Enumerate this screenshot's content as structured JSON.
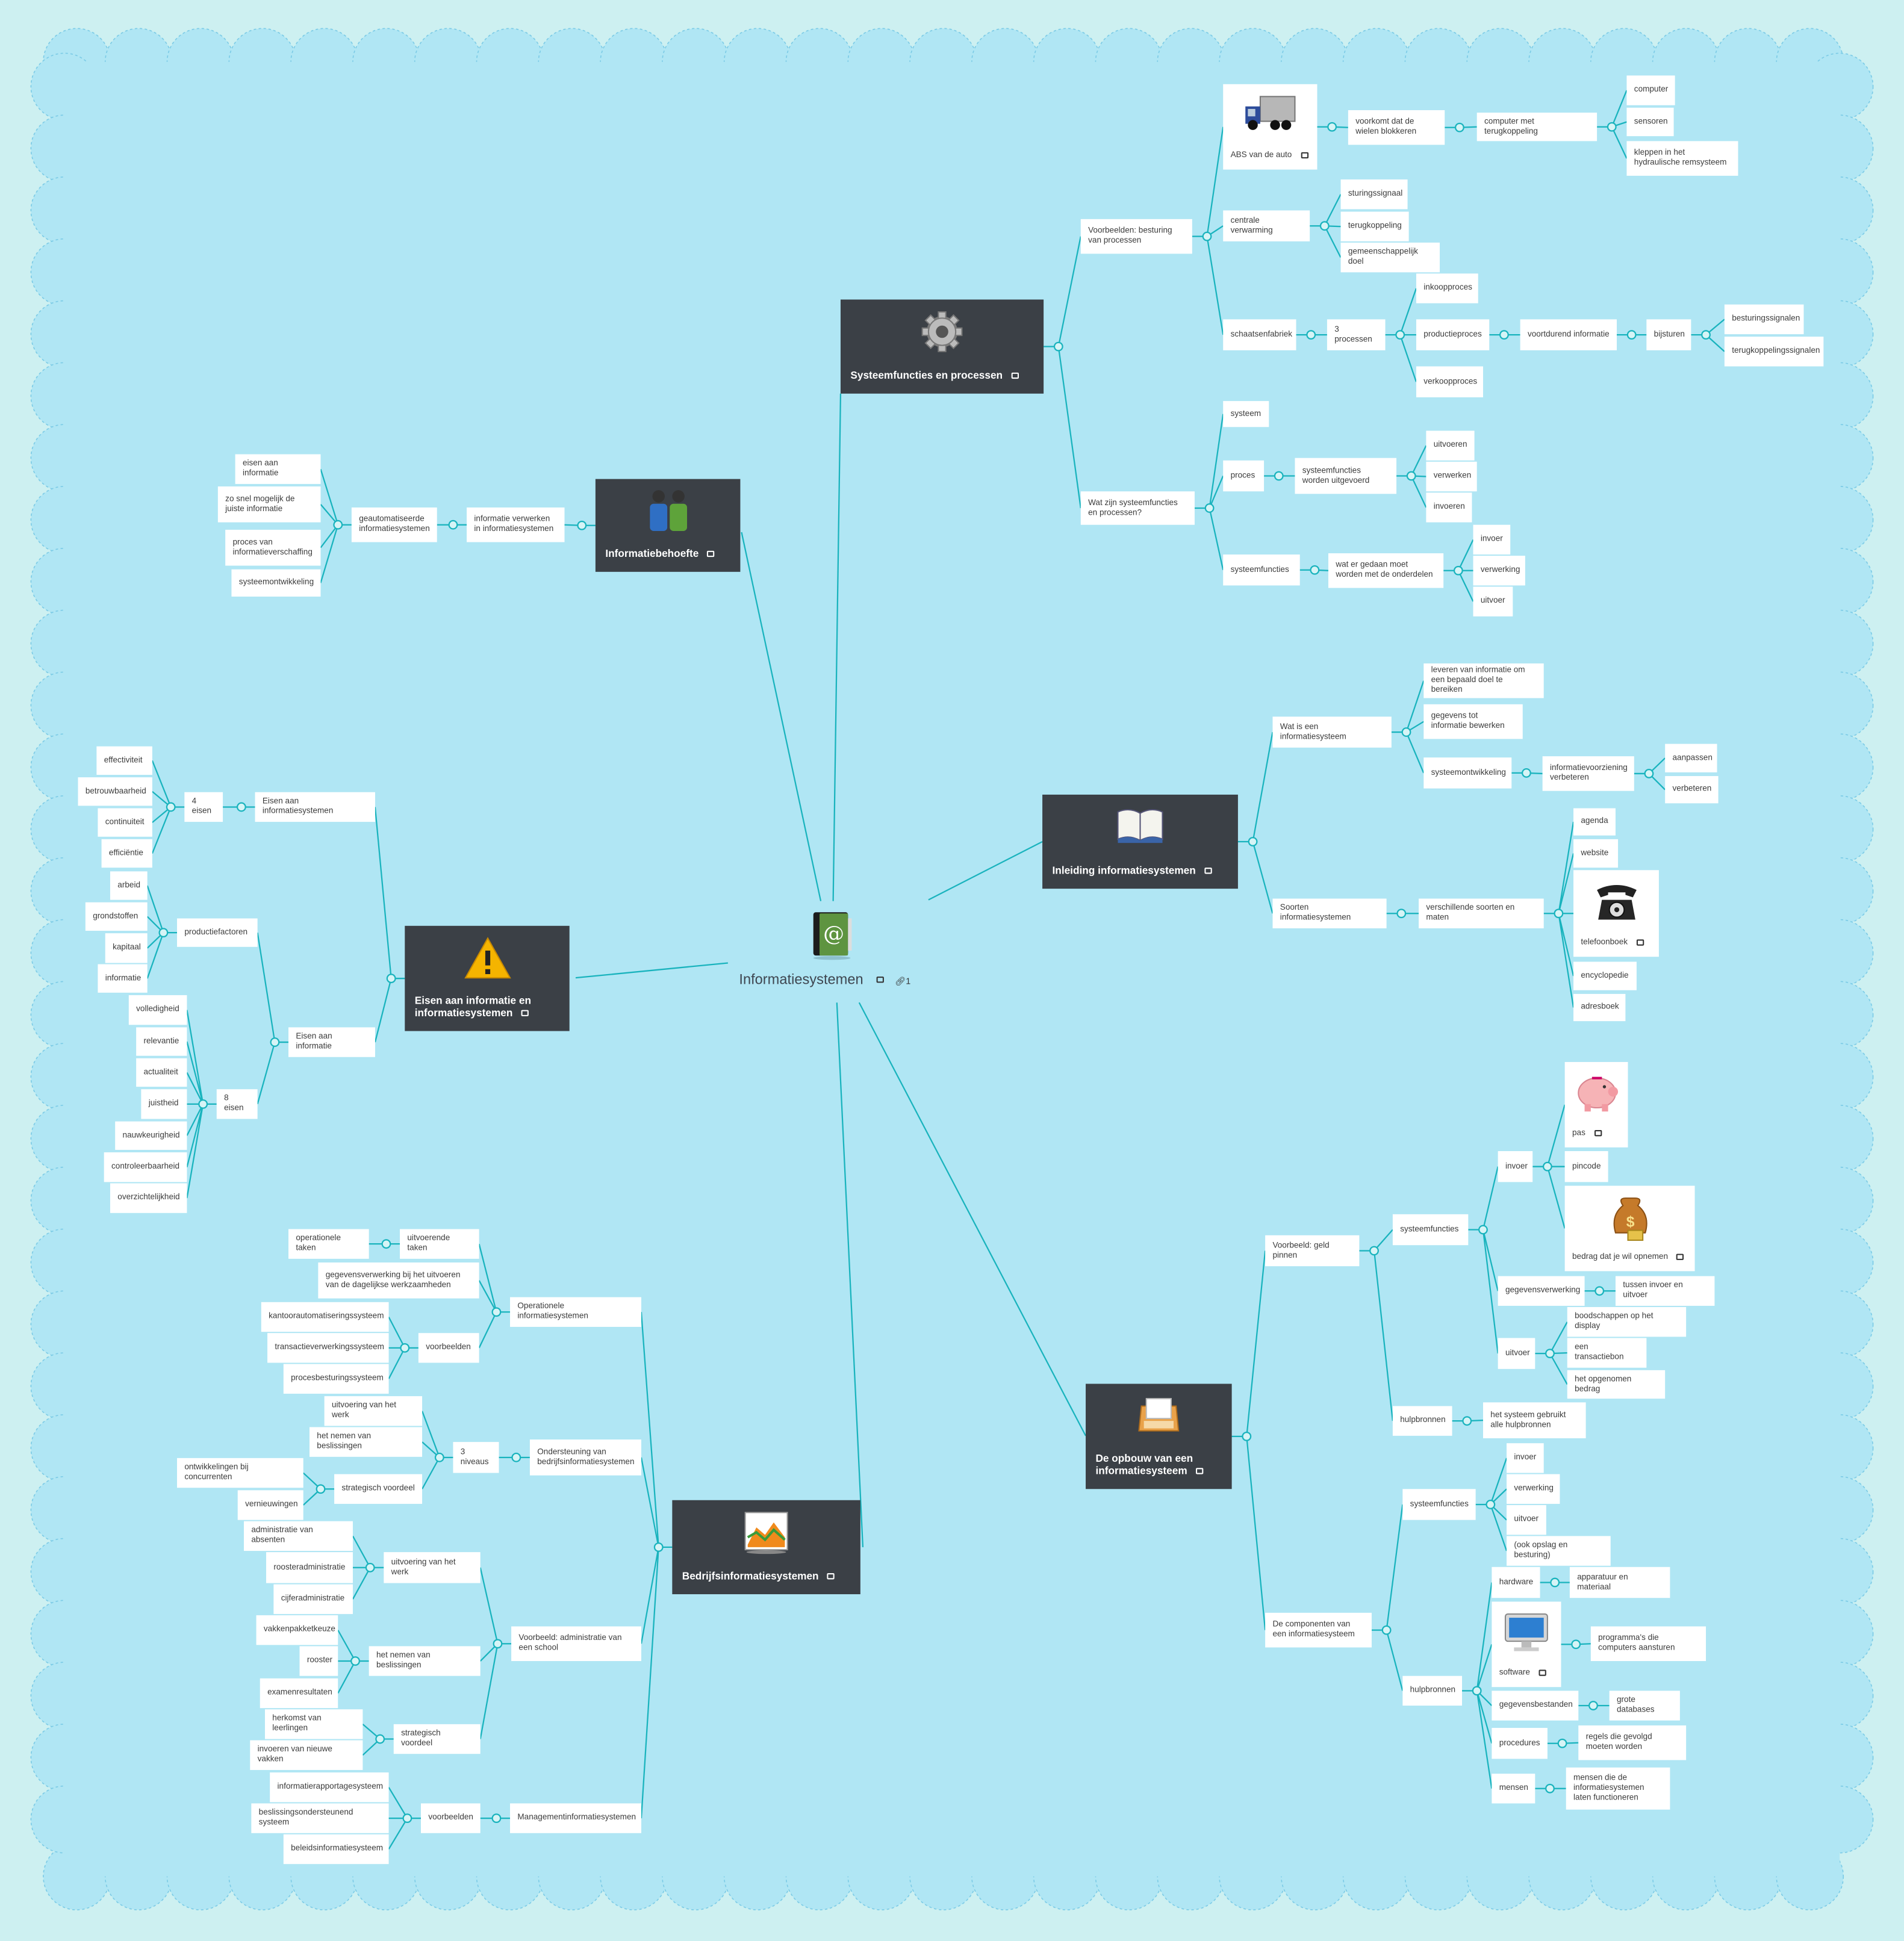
{
  "central": {
    "title": "Informatiesystemen",
    "icon": "address-book-icon",
    "link_count": "1"
  },
  "colors": {
    "background": "#b0e6f4",
    "outer": "#cdf0f1",
    "line": "#19b3bd",
    "branch": "#3b4046"
  },
  "branches": [
    {
      "id": "sf",
      "label": "Systeemfuncties en processen",
      "icon": "gear-icon",
      "children": [
        {
          "id": "vb",
          "label": "Voorbeelden: besturing van processen",
          "children": [
            {
              "id": "abs",
              "label": "ABS van de auto",
              "image": "truck-icon",
              "children": [
                {
                  "id": "vdw",
                  "label": "voorkomt dat de wielen blokkeren",
                  "children": [
                    {
                      "id": "cmt",
                      "label": "computer met terugkoppeling",
                      "children": [
                        {
                          "id": "comp",
                          "label": "computer"
                        },
                        {
                          "id": "sens",
                          "label": "sensoren"
                        },
                        {
                          "id": "klep",
                          "label": "kleppen in het hydraulische remsysteem"
                        }
                      ]
                    }
                  ]
                }
              ]
            },
            {
              "id": "cv",
              "label": "centrale verwarming",
              "children": [
                {
                  "id": "stur",
                  "label": "sturingssignaal"
                },
                {
                  "id": "terug",
                  "label": "terugkoppeling"
                },
                {
                  "id": "gem",
                  "label": "gemeenschappelijk doel"
                }
              ]
            },
            {
              "id": "schaats",
              "label": "schaatsenfabriek",
              "children": [
                {
                  "id": "3p",
                  "label": "3 processen",
                  "children": [
                    {
                      "id": "ink",
                      "label": "inkoopproces"
                    },
                    {
                      "id": "prod",
                      "label": "productieproces",
                      "children": [
                        {
                          "id": "vdi",
                          "label": "voortdurend informatie",
                          "children": [
                            {
                              "id": "bij",
                              "label": "bijsturen",
                              "children": [
                                {
                                  "id": "best",
                                  "label": "besturingssignalen"
                                },
                                {
                                  "id": "tks",
                                  "label": "terugkoppelingssignalen"
                                }
                              ]
                            }
                          ]
                        }
                      ]
                    },
                    {
                      "id": "verk",
                      "label": "verkoopproces"
                    }
                  ]
                }
              ]
            }
          ]
        },
        {
          "id": "wz",
          "label": "Wat zijn systeemfuncties en processen?",
          "children": [
            {
              "id": "sys",
              "label": "systeem"
            },
            {
              "id": "proc",
              "label": "proces",
              "children": [
                {
                  "id": "sfwu",
                  "label": "systeemfuncties worden uitgevoerd",
                  "children": [
                    {
                      "id": "uitv",
                      "label": "uitvoeren"
                    },
                    {
                      "id": "verw",
                      "label": "verwerken"
                    },
                    {
                      "id": "inv",
                      "label": "invoeren"
                    }
                  ]
                }
              ]
            },
            {
              "id": "sf2",
              "label": "systeemfuncties",
              "children": [
                {
                  "id": "wegm",
                  "label": "wat er gedaan moet worden met de onderdelen",
                  "children": [
                    {
                      "id": "inv2",
                      "label": "invoer"
                    },
                    {
                      "id": "verw2",
                      "label": "verwerking"
                    },
                    {
                      "id": "uitv2",
                      "label": "uitvoer"
                    }
                  ]
                }
              ]
            }
          ]
        }
      ]
    },
    {
      "id": "ib",
      "label": "Informatiebehoefte",
      "icon": "people-icon",
      "children": [
        {
          "id": "ivi",
          "label": "informatie verwerken in informatiesystemen",
          "children": [
            {
              "id": "gai",
              "label": "geautomatiseerde informatiesystemen",
              "children": [
                {
                  "id": "eai",
                  "label": "eisen aan informatie"
                },
                {
                  "id": "zsm",
                  "label": "zo snel mogelijk de juiste informatie"
                },
                {
                  "id": "pvi",
                  "label": "proces van informatieverschaffing"
                },
                {
                  "id": "sow",
                  "label": "systeemontwikkeling"
                }
              ]
            }
          ]
        }
      ]
    },
    {
      "id": "inl",
      "label": "Inleiding informatiesystemen",
      "icon": "open-book-icon",
      "children": [
        {
          "id": "wie",
          "label": "Wat is een informatiesysteem",
          "children": [
            {
              "id": "lvi",
              "label": "leveren van informatie om een bepaald doel te bereiken"
            },
            {
              "id": "gti",
              "label": "gegevens tot informatie bewerken"
            },
            {
              "id": "sow2",
              "label": "systeemontwikkeling",
              "children": [
                {
                  "id": "ivv",
                  "label": "informatievoorziening verbeteren",
                  "children": [
                    {
                      "id": "aanp",
                      "label": "aanpassen"
                    },
                    {
                      "id": "verb",
                      "label": "verbeteren"
                    }
                  ]
                }
              ]
            }
          ]
        },
        {
          "id": "soi",
          "label": "Soorten informatiesystemen",
          "children": [
            {
              "id": "vsm",
              "label": "verschillende soorten en maten",
              "children": [
                {
                  "id": "agenda",
                  "label": "agenda"
                },
                {
                  "id": "website",
                  "label": "website"
                },
                {
                  "id": "tel",
                  "label": "telefoonboek",
                  "image": "telephone-icon"
                },
                {
                  "id": "ency",
                  "label": "encyclopedie"
                },
                {
                  "id": "adres",
                  "label": "adresboek"
                }
              ]
            }
          ]
        }
      ]
    },
    {
      "id": "eis",
      "label": "Eisen aan informatie en informatiesystemen",
      "icon": "warning-icon",
      "children": [
        {
          "id": "eais",
          "label": "Eisen aan informatiesystemen",
          "children": [
            {
              "id": "4e",
              "label": "4 eisen",
              "children": [
                {
                  "id": "eff",
                  "label": "effectiviteit"
                },
                {
                  "id": "betr",
                  "label": "betrouwbaarheid"
                },
                {
                  "id": "cont",
                  "label": "continuiteit"
                },
                {
                  "id": "effi",
                  "label": "efficiëntie"
                }
              ]
            }
          ]
        },
        {
          "id": "eai2",
          "label": "Eisen aan informatie",
          "children": [
            {
              "id": "pf",
              "label": "productiefactoren",
              "children": [
                {
                  "id": "arb",
                  "label": "arbeid"
                },
                {
                  "id": "grond",
                  "label": "grondstoffen"
                },
                {
                  "id": "kap",
                  "label": "kapitaal"
                },
                {
                  "id": "info",
                  "label": "informatie"
                }
              ]
            },
            {
              "id": "8e",
              "label": "8 eisen",
              "children": [
                {
                  "id": "vol",
                  "label": "volledigheid"
                },
                {
                  "id": "rel",
                  "label": "relevantie"
                },
                {
                  "id": "act",
                  "label": "actualiteit"
                },
                {
                  "id": "juist",
                  "label": "juistheid"
                },
                {
                  "id": "nauw",
                  "label": "nauwkeurigheid"
                },
                {
                  "id": "contr",
                  "label": "controleerbaarheid"
                },
                {
                  "id": "overz",
                  "label": "overzichtelijkheid"
                }
              ]
            }
          ]
        }
      ]
    },
    {
      "id": "bis",
      "label": "Bedrijfsinformatiesystemen",
      "icon": "chart-icon",
      "children": [
        {
          "id": "ois",
          "label": "Operationele informatiesystemen",
          "children": [
            {
              "id": "ut",
              "label": "uitvoerende taken",
              "children": [
                {
                  "id": "ot",
                  "label": "operationele taken"
                }
              ]
            },
            {
              "id": "gbu",
              "label": "gegevensverwerking bij het uitvoeren van de dagelijkse werkzaamheden"
            },
            {
              "id": "vb1",
              "label": "voorbeelden",
              "children": [
                {
                  "id": "kas",
                  "label": "kantoorautomatiseringssysteem"
                },
                {
                  "id": "tvs",
                  "label": "transactieverwerkingssysteem"
                },
                {
                  "id": "pbs",
                  "label": "procesbesturingssysteem"
                }
              ]
            }
          ]
        },
        {
          "id": "ovb",
          "label": "Ondersteuning van bedrijfsinformatiesystemen",
          "children": [
            {
              "id": "3n",
              "label": "3 niveaus",
              "children": [
                {
                  "id": "uvw",
                  "label": "uitvoering van het werk"
                },
                {
                  "id": "hnb",
                  "label": "het nemen van beslissingen"
                },
                {
                  "id": "sv",
                  "label": "strategisch voordeel",
                  "children": [
                    {
                      "id": "obc",
                      "label": "ontwikkelingen bij concurrenten"
                    },
                    {
                      "id": "vern",
                      "label": "vernieuwingen"
                    }
                  ]
                }
              ]
            }
          ]
        },
        {
          "id": "vas",
          "label": "Voorbeeld: administratie van een school",
          "children": [
            {
              "id": "uvw2",
              "label": "uitvoering van het werk",
              "children": [
                {
                  "id": "ava",
                  "label": "administratie van absenten"
                },
                {
                  "id": "ra",
                  "label": "roosteradministratie"
                },
                {
                  "id": "ca",
                  "label": "cijferadministratie"
                }
              ]
            },
            {
              "id": "hnb2",
              "label": "het nemen van beslissingen",
              "children": [
                {
                  "id": "vpk",
                  "label": "vakkenpakketkeuze"
                },
                {
                  "id": "roost",
                  "label": "rooster"
                },
                {
                  "id": "exr",
                  "label": "examenresultaten"
                }
              ]
            },
            {
              "id": "sv2",
              "label": "strategisch voordeel",
              "children": [
                {
                  "id": "hvl",
                  "label": "herkomst van leerlingen"
                },
                {
                  "id": "inv3",
                  "label": "invoeren van nieuwe vakken"
                }
              ]
            }
          ]
        },
        {
          "id": "mis",
          "label": "Managementinformatiesystemen",
          "children": [
            {
              "id": "vb2",
              "label": "voorbeelden",
              "children": [
                {
                  "id": "irs",
                  "label": "informatierapportagesysteem"
                },
                {
                  "id": "bos",
                  "label": "beslissingsondersteunend systeem"
                },
                {
                  "id": "bis2",
                  "label": "beleidsinformatiesysteem"
                }
              ]
            }
          ]
        }
      ]
    },
    {
      "id": "opb",
      "label": "De opbouw van een informatiesysteem",
      "icon": "inbox-icon",
      "children": [
        {
          "id": "vgp",
          "label": "Voorbeeld: geld pinnen",
          "children": [
            {
              "id": "sf3",
              "label": "systeemfuncties",
              "children": [
                {
                  "id": "inv4",
                  "label": "invoer",
                  "children": [
                    {
                      "id": "pas",
                      "label": "pas",
                      "image": "piggy-bank-icon"
                    },
                    {
                      "id": "pin",
                      "label": "pincode"
                    },
                    {
                      "id": "bdj",
                      "label": "bedrag dat je wil opnemen",
                      "image": "money-bag-icon"
                    }
                  ]
                },
                {
                  "id": "gv",
                  "label": "gegevensverwerking",
                  "children": [
                    {
                      "id": "tiu",
                      "label": "tussen invoer en uitvoer"
                    }
                  ]
                },
                {
                  "id": "uitv4",
                  "label": "uitvoer",
                  "children": [
                    {
                      "id": "bod",
                      "label": "boodschappen op het display"
                    },
                    {
                      "id": "etb",
                      "label": "een transactiebon"
                    },
                    {
                      "id": "hob",
                      "label": "het opgenomen bedrag"
                    }
                  ]
                }
              ]
            },
            {
              "id": "hb",
              "label": "hulpbronnen",
              "children": [
                {
                  "id": "hsg",
                  "label": "het systeem gebruikt alle hulpbronnen"
                }
              ]
            }
          ]
        },
        {
          "id": "dcv",
          "label": "De componenten van een informatiesysteem",
          "children": [
            {
              "id": "sf4",
              "label": "systeemfuncties",
              "children": [
                {
                  "id": "inv5",
                  "label": "invoer"
                },
                {
                  "id": "verw5",
                  "label": "verwerking"
                },
                {
                  "id": "uitv5",
                  "label": "uitvoer"
                },
                {
                  "id": "ook",
                  "label": "(ook opslag en besturing)"
                }
              ]
            },
            {
              "id": "hb2",
              "label": "hulpbronnen",
              "children": [
                {
                  "id": "hw",
                  "label": "hardware",
                  "children": [
                    {
                      "id": "aem",
                      "label": "apparatuur en materiaal"
                    }
                  ]
                },
                {
                  "id": "sw",
                  "label": "software",
                  "image": "monitor-icon",
                  "children": [
                    {
                      "id": "pdc",
                      "label": "programma's die computers aansturen"
                    }
                  ]
                },
                {
                  "id": "gb",
                  "label": "gegevensbestanden",
                  "children": [
                    {
                      "id": "gdb",
                      "label": "grote databases"
                    }
                  ]
                },
                {
                  "id": "procd",
                  "label": "procedures",
                  "children": [
                    {
                      "id": "rdg",
                      "label": "regels die gevolgd moeten worden"
                    }
                  ]
                },
                {
                  "id": "mens",
                  "label": "mensen",
                  "children": [
                    {
                      "id": "mdi",
                      "label": "mensen die de informatiesystemen laten functioneren"
                    }
                  ]
                }
              ]
            }
          ]
        }
      ]
    }
  ]
}
